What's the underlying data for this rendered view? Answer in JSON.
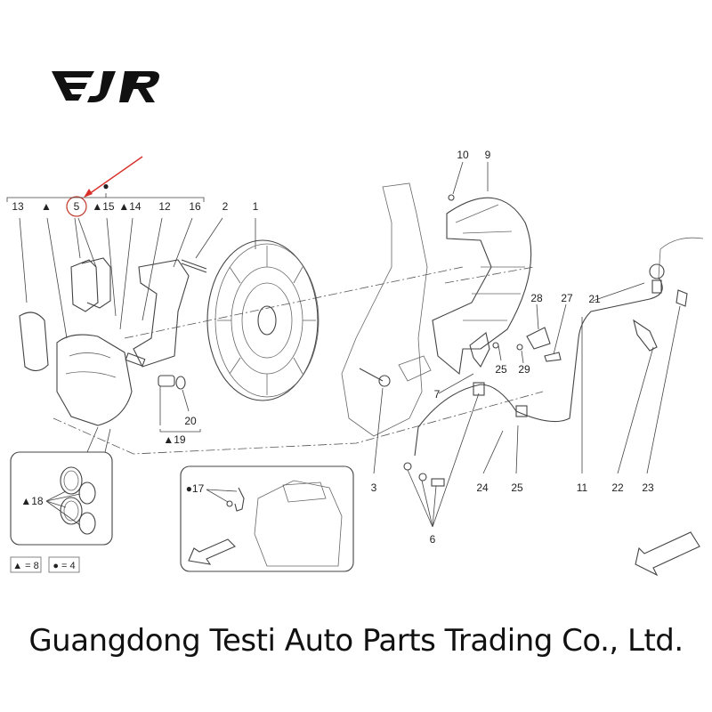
{
  "logo": {
    "text": "EJR"
  },
  "highlight": {
    "circled_label": "5",
    "arrow_color": "#d9302a",
    "circle_color": "#c0392b"
  },
  "group_header": {
    "bracket_symbol": "●",
    "labels": [
      "13",
      "▲",
      "5",
      "▲15",
      "▲14",
      "12",
      "16"
    ]
  },
  "callouts": {
    "c1": "1",
    "c2": "2",
    "c3": "3",
    "c6": "6",
    "c7": "7",
    "c9": "9",
    "c10": "10",
    "c11": "11",
    "c20": "20",
    "c19": "▲19",
    "c21": "21",
    "c22": "22",
    "c23": "23",
    "c24": "24",
    "c25a": "25",
    "c25b": "25",
    "c27": "27",
    "c28": "28",
    "c29": "29"
  },
  "inset_seals": {
    "label": "▲18"
  },
  "inset_clip": {
    "label": "●17"
  },
  "legend": {
    "triangle": "▲ = 8",
    "dot": "● = 4"
  },
  "footer": {
    "company": "Guangdong Testi Auto Parts Trading Co., Ltd."
  }
}
